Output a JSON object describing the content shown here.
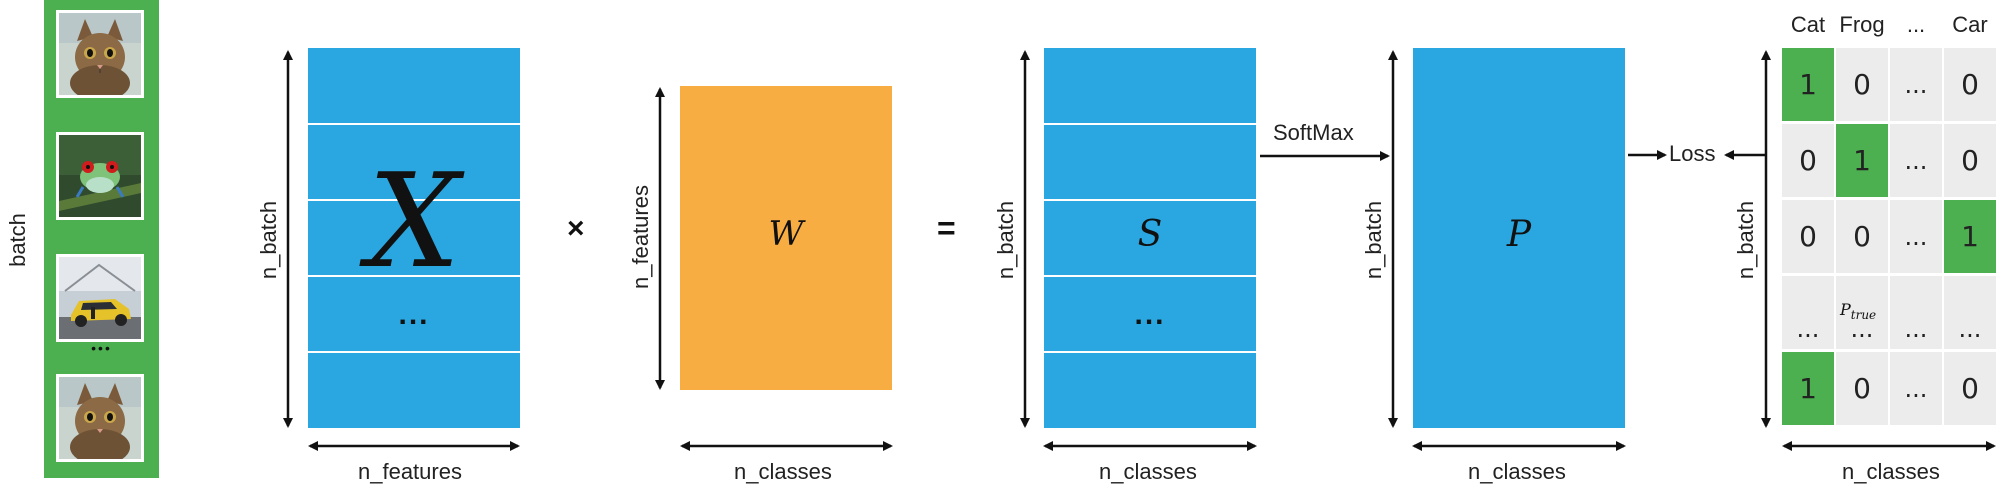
{
  "batch_label": "batch",
  "images": [
    "cat-image",
    "frog-image",
    "car-image",
    "cat-image"
  ],
  "batch_ellipsis": "•••",
  "operators": {
    "times": "×",
    "equals": "="
  },
  "matrices": {
    "X": {
      "symbol": "X",
      "ellipsis": "...",
      "vertical_label": "n_batch",
      "horizontal_label": "n_features"
    },
    "W": {
      "symbol": "W",
      "vertical_label": "n_features",
      "horizontal_label": "n_classes"
    },
    "S": {
      "symbol": "S",
      "ellipsis": "...",
      "vertical_label": "n_batch",
      "horizontal_label": "n_classes"
    },
    "P": {
      "symbol": "P",
      "vertical_label": "n_batch",
      "horizontal_label": "n_classes"
    }
  },
  "softmax_label": "SoftMax",
  "loss_label": "Loss",
  "p_true": {
    "main": "P",
    "sub": "true"
  },
  "onehot": {
    "vertical_label": "n_batch",
    "horizontal_label": "n_classes",
    "headers": [
      "Cat",
      "Frog",
      "...",
      "Car"
    ],
    "rows": [
      {
        "cells": [
          "1",
          "0",
          "...",
          "0"
        ],
        "hot": [
          true,
          false,
          false,
          false
        ]
      },
      {
        "cells": [
          "0",
          "1",
          "...",
          "0"
        ],
        "hot": [
          false,
          true,
          false,
          false
        ]
      },
      {
        "cells": [
          "0",
          "0",
          "...",
          "1"
        ],
        "hot": [
          false,
          false,
          false,
          true
        ]
      },
      {
        "cells": [
          "...",
          "...",
          "...",
          "..."
        ],
        "hot": [
          false,
          false,
          false,
          false
        ]
      },
      {
        "cells": [
          "1",
          "0",
          "...",
          "0"
        ],
        "hot": [
          true,
          false,
          false,
          false
        ]
      }
    ]
  },
  "colors": {
    "blue": "#2aa7e0",
    "orange": "#f7ad42",
    "green": "#4caf50",
    "cell": "#ececec"
  }
}
